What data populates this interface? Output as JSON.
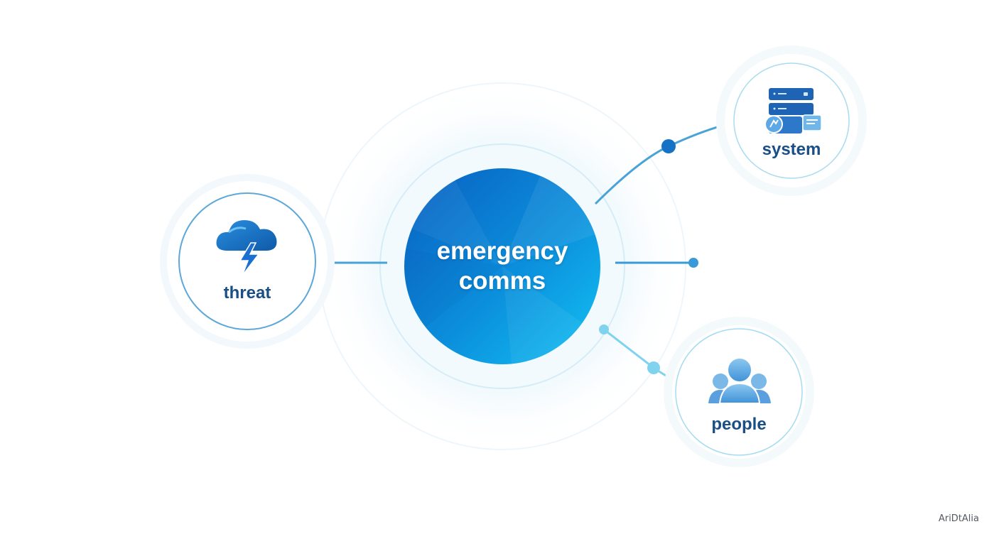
{
  "hub": {
    "line1": "emergency",
    "line2": "comms"
  },
  "nodes": {
    "threat": {
      "label": "threat",
      "icon": "storm-cloud-lightning-icon"
    },
    "system": {
      "label": "system",
      "icon": "server-rack-icon"
    },
    "people": {
      "label": "people",
      "icon": "user-group-icon"
    }
  },
  "watermark": "AriDtAlia",
  "colors": {
    "hub_dark": "#0a63c4",
    "hub_light": "#12b8f0",
    "connector": "#4aa3d6",
    "connector_light": "#7fd3ef",
    "label": "#1a4f86",
    "ring": "#7cc0e3"
  }
}
